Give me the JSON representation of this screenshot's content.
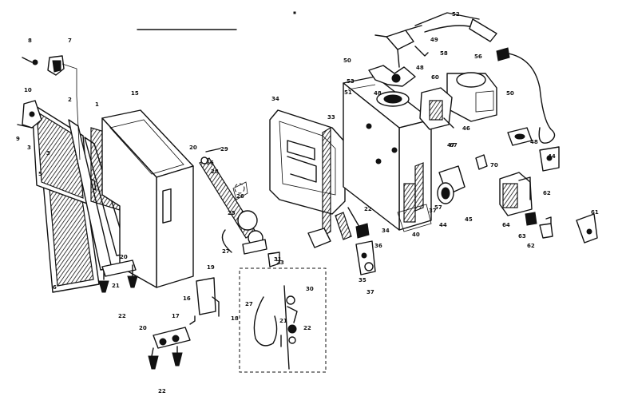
{
  "diagram": {
    "callouts": {
      "c1": "1",
      "c2": "2",
      "c3a": "3",
      "c3b": "3",
      "c5": "5",
      "c6": "6",
      "c7": "7",
      "c8": "8",
      "c9": "9",
      "c10": "10",
      "c15": "15",
      "c16": "16",
      "c17": "17",
      "c18": "18",
      "c19": "19",
      "c20a": "20",
      "c20b": "20",
      "c20c": "20",
      "c21a": "21",
      "c21b": "21",
      "c22a": "22",
      "c22b": "22",
      "c22c": "22",
      "c22d": "22",
      "c23": "23",
      "c25": "25",
      "c26": "26",
      "c27a": "27",
      "c27b": "27",
      "c28": "28",
      "c29": "29",
      "c30": "30",
      "c31": "31",
      "c33": "33",
      "c34a": "34",
      "c34b": "34",
      "c35": "35",
      "c36": "36",
      "c37a": "37",
      "c37b": "37",
      "c40": "40",
      "c44a": "44",
      "c44b": "44",
      "c45": "45",
      "c46": "46",
      "c47": "47",
      "c48a": "48",
      "c48b": "48",
      "c48c": "48",
      "c49": "49",
      "c50a": "50",
      "c50b": "50",
      "c51": "51",
      "c52": "52",
      "c53": "53",
      "c56": "56",
      "c57": "57",
      "c58": "58",
      "c60": "60",
      "c61": "61",
      "c62a": "62",
      "c62b": "62",
      "c63": "63",
      "c64": "64",
      "c66": "66",
      "c67": "67",
      "c70": "70"
    }
  }
}
